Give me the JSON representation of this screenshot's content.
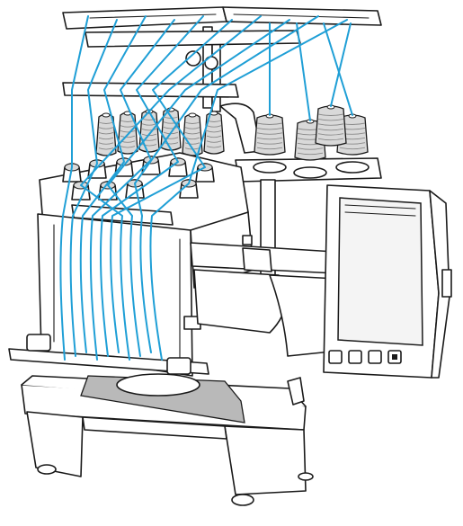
{
  "figure": {
    "subject": "",
    "colors": {
      "thread": "#1f9fd6",
      "outline": "#1a1a1a",
      "fabric": "#b9b9b9",
      "spool": "#d9d9d9",
      "body": "#ffffff"
    },
    "thread_count": 10,
    "spool_count": 10,
    "control_buttons": 4
  }
}
